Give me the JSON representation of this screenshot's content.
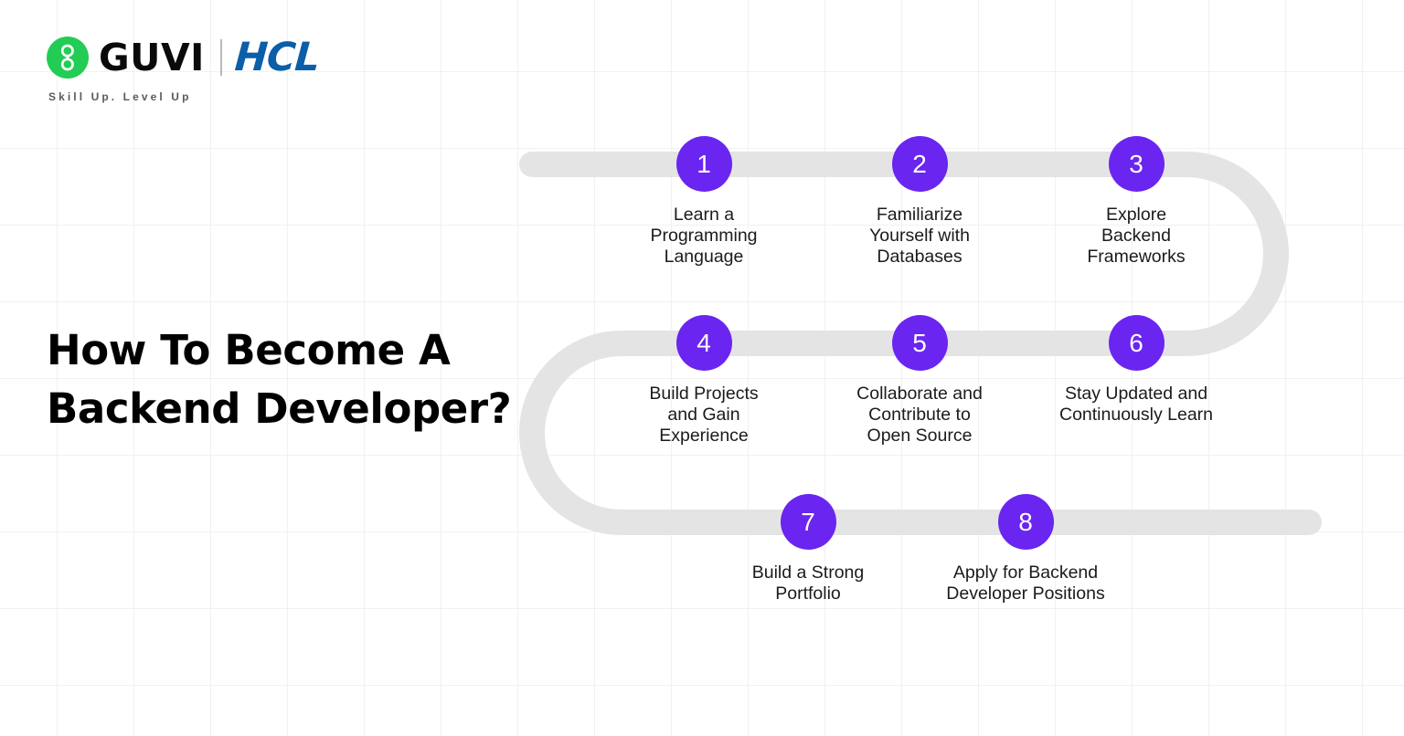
{
  "brand": {
    "logo_mark": "guvi-g-glyph",
    "name": "GUVI",
    "partner": "HCL",
    "tagline": "Skill Up. Level Up",
    "mark_color": "#22CC55",
    "partner_color": "#0B5EA8"
  },
  "headline": {
    "line1": "How To Become A",
    "line2": "Backend Developer?"
  },
  "theme": {
    "accent": "#6A25F0",
    "track": "#E4E4E4",
    "grid_line": "#F1F1F1",
    "background": "#FFFFFF",
    "text": "#1B1B1B"
  },
  "roadmap": {
    "steps": [
      {
        "number": "1",
        "label": "Learn a\nProgramming\nLanguage"
      },
      {
        "number": "2",
        "label": "Familiarize\nYourself with\nDatabases"
      },
      {
        "number": "3",
        "label": "Explore\nBackend\nFrameworks"
      },
      {
        "number": "4",
        "label": "Build Projects\nand Gain\nExperience"
      },
      {
        "number": "5",
        "label": "Collaborate and\nContribute to\nOpen Source"
      },
      {
        "number": "6",
        "label": "Stay Updated and\nContinuously Learn"
      },
      {
        "number": "7",
        "label": "Build a Strong\nPortfolio"
      },
      {
        "number": "8",
        "label": "Apply for Backend\nDeveloper Positions"
      }
    ]
  }
}
